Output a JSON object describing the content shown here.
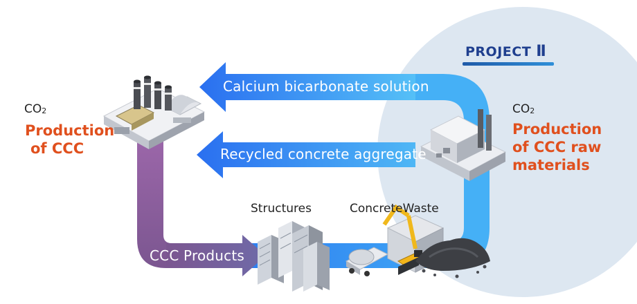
{
  "project": {
    "label": "PROJECT",
    "numeral": "Ⅱ"
  },
  "left_stage": {
    "co2": "CO",
    "co2_sub": "2",
    "title_line1": "Production",
    "title_line2": "of CCC"
  },
  "right_stage": {
    "co2": "CO",
    "co2_sub": "2",
    "title_line1": "Production",
    "title_line2": "of CCC raw",
    "title_line3": "materials"
  },
  "flows": {
    "top": "Calcium bicarbonate solution",
    "middle": "Recycled concrete aggregate",
    "bottom": "CCC Products"
  },
  "places": {
    "structures": "Structures",
    "waste": "ConcreteWaste"
  },
  "colors": {
    "accent_orange": "#e0501e",
    "flow_blue": "#2f8cf2",
    "flow_purple": "#8a5a9c",
    "circle": "#dbe6f0",
    "project_navy": "#1f3f8f"
  },
  "icons": [
    "factory-icon",
    "plant-icon",
    "buildings-icon",
    "excavator-icon",
    "mixer-truck-icon",
    "rubble-icon"
  ]
}
